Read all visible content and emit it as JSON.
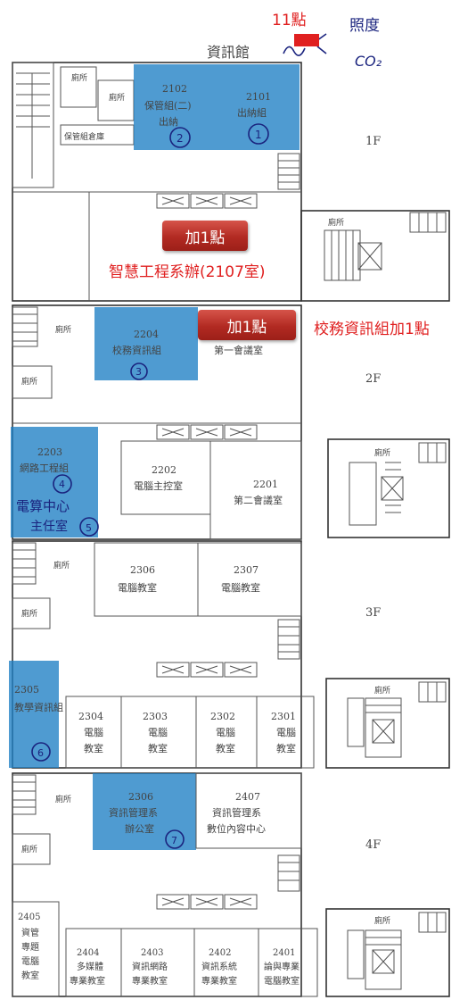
{
  "building_title": "資訊館",
  "top_note": "11點",
  "handwriting": {
    "line1": "照度",
    "line2": "CO₂"
  },
  "floors": {
    "f1": "1F",
    "f2": "2F",
    "f3": "3F",
    "f4": "4F"
  },
  "badges": {
    "b1": "加1點",
    "b2": "加1點"
  },
  "annotations": {
    "a1": "智慧工程系辦(2107室)",
    "a2": "校務資訊組加1點"
  },
  "rooms": {
    "r2102": {
      "num": "2102",
      "name": "保管組(二)",
      "sub": "出納"
    },
    "r2101": {
      "num": "2101",
      "name": "出納組"
    },
    "store": "保管組倉庫",
    "toilet": "廁所",
    "r2204": {
      "num": "2204",
      "name": "校務資訊組"
    },
    "conf1": "第一會議室",
    "r2203": {
      "num": "2203",
      "name": "網路工程組"
    },
    "r2202": {
      "num": "2202",
      "name": "電腦主控室"
    },
    "r2201": {
      "num": "2201",
      "name": "第二會議室"
    },
    "cc": {
      "line1": "電算中心",
      "line2": "主任室"
    },
    "r2306": {
      "num": "2306",
      "name": "電腦教室"
    },
    "r2307": {
      "num": "2307",
      "name": "電腦教室"
    },
    "r2305": {
      "num": "2305",
      "name": "教學資訊組"
    },
    "r2304": {
      "num": "2304",
      "l1": "電腦",
      "l2": "教室"
    },
    "r2303": {
      "num": "2303",
      "l1": "電腦",
      "l2": "教室"
    },
    "r2302": {
      "num": "2302",
      "l1": "電腦",
      "l2": "教室"
    },
    "r2301": {
      "num": "2301",
      "l1": "電腦",
      "l2": "教室"
    },
    "r2406": {
      "num": "2306",
      "l1": "資訊管理系",
      "l2": "辦公室"
    },
    "r2407": {
      "num": "2407",
      "l1": "資訊管理系",
      "l2": "數位內容中心"
    },
    "r2405": {
      "num": "2405",
      "l1": "資管",
      "l2": "專題",
      "l3": "電腦",
      "l4": "教室"
    },
    "r2404": {
      "num": "2404",
      "l1": "多媒體",
      "l2": "專業教室"
    },
    "r2403": {
      "num": "2403",
      "l1": "資訊網路",
      "l2": "專業教室"
    },
    "r2402": {
      "num": "2402",
      "l1": "資訊系統",
      "l2": "專業教室"
    },
    "r2401": {
      "num": "2401",
      "l1": "論與專業",
      "l2": "電腦教室"
    }
  },
  "circled_numbers": [
    "2",
    "1",
    "3",
    "4",
    "5",
    "6",
    "7"
  ],
  "colors": {
    "marker_blue": "#1e7fc4",
    "annotation_red": "#e02020",
    "pen_navy": "#1a237e"
  }
}
